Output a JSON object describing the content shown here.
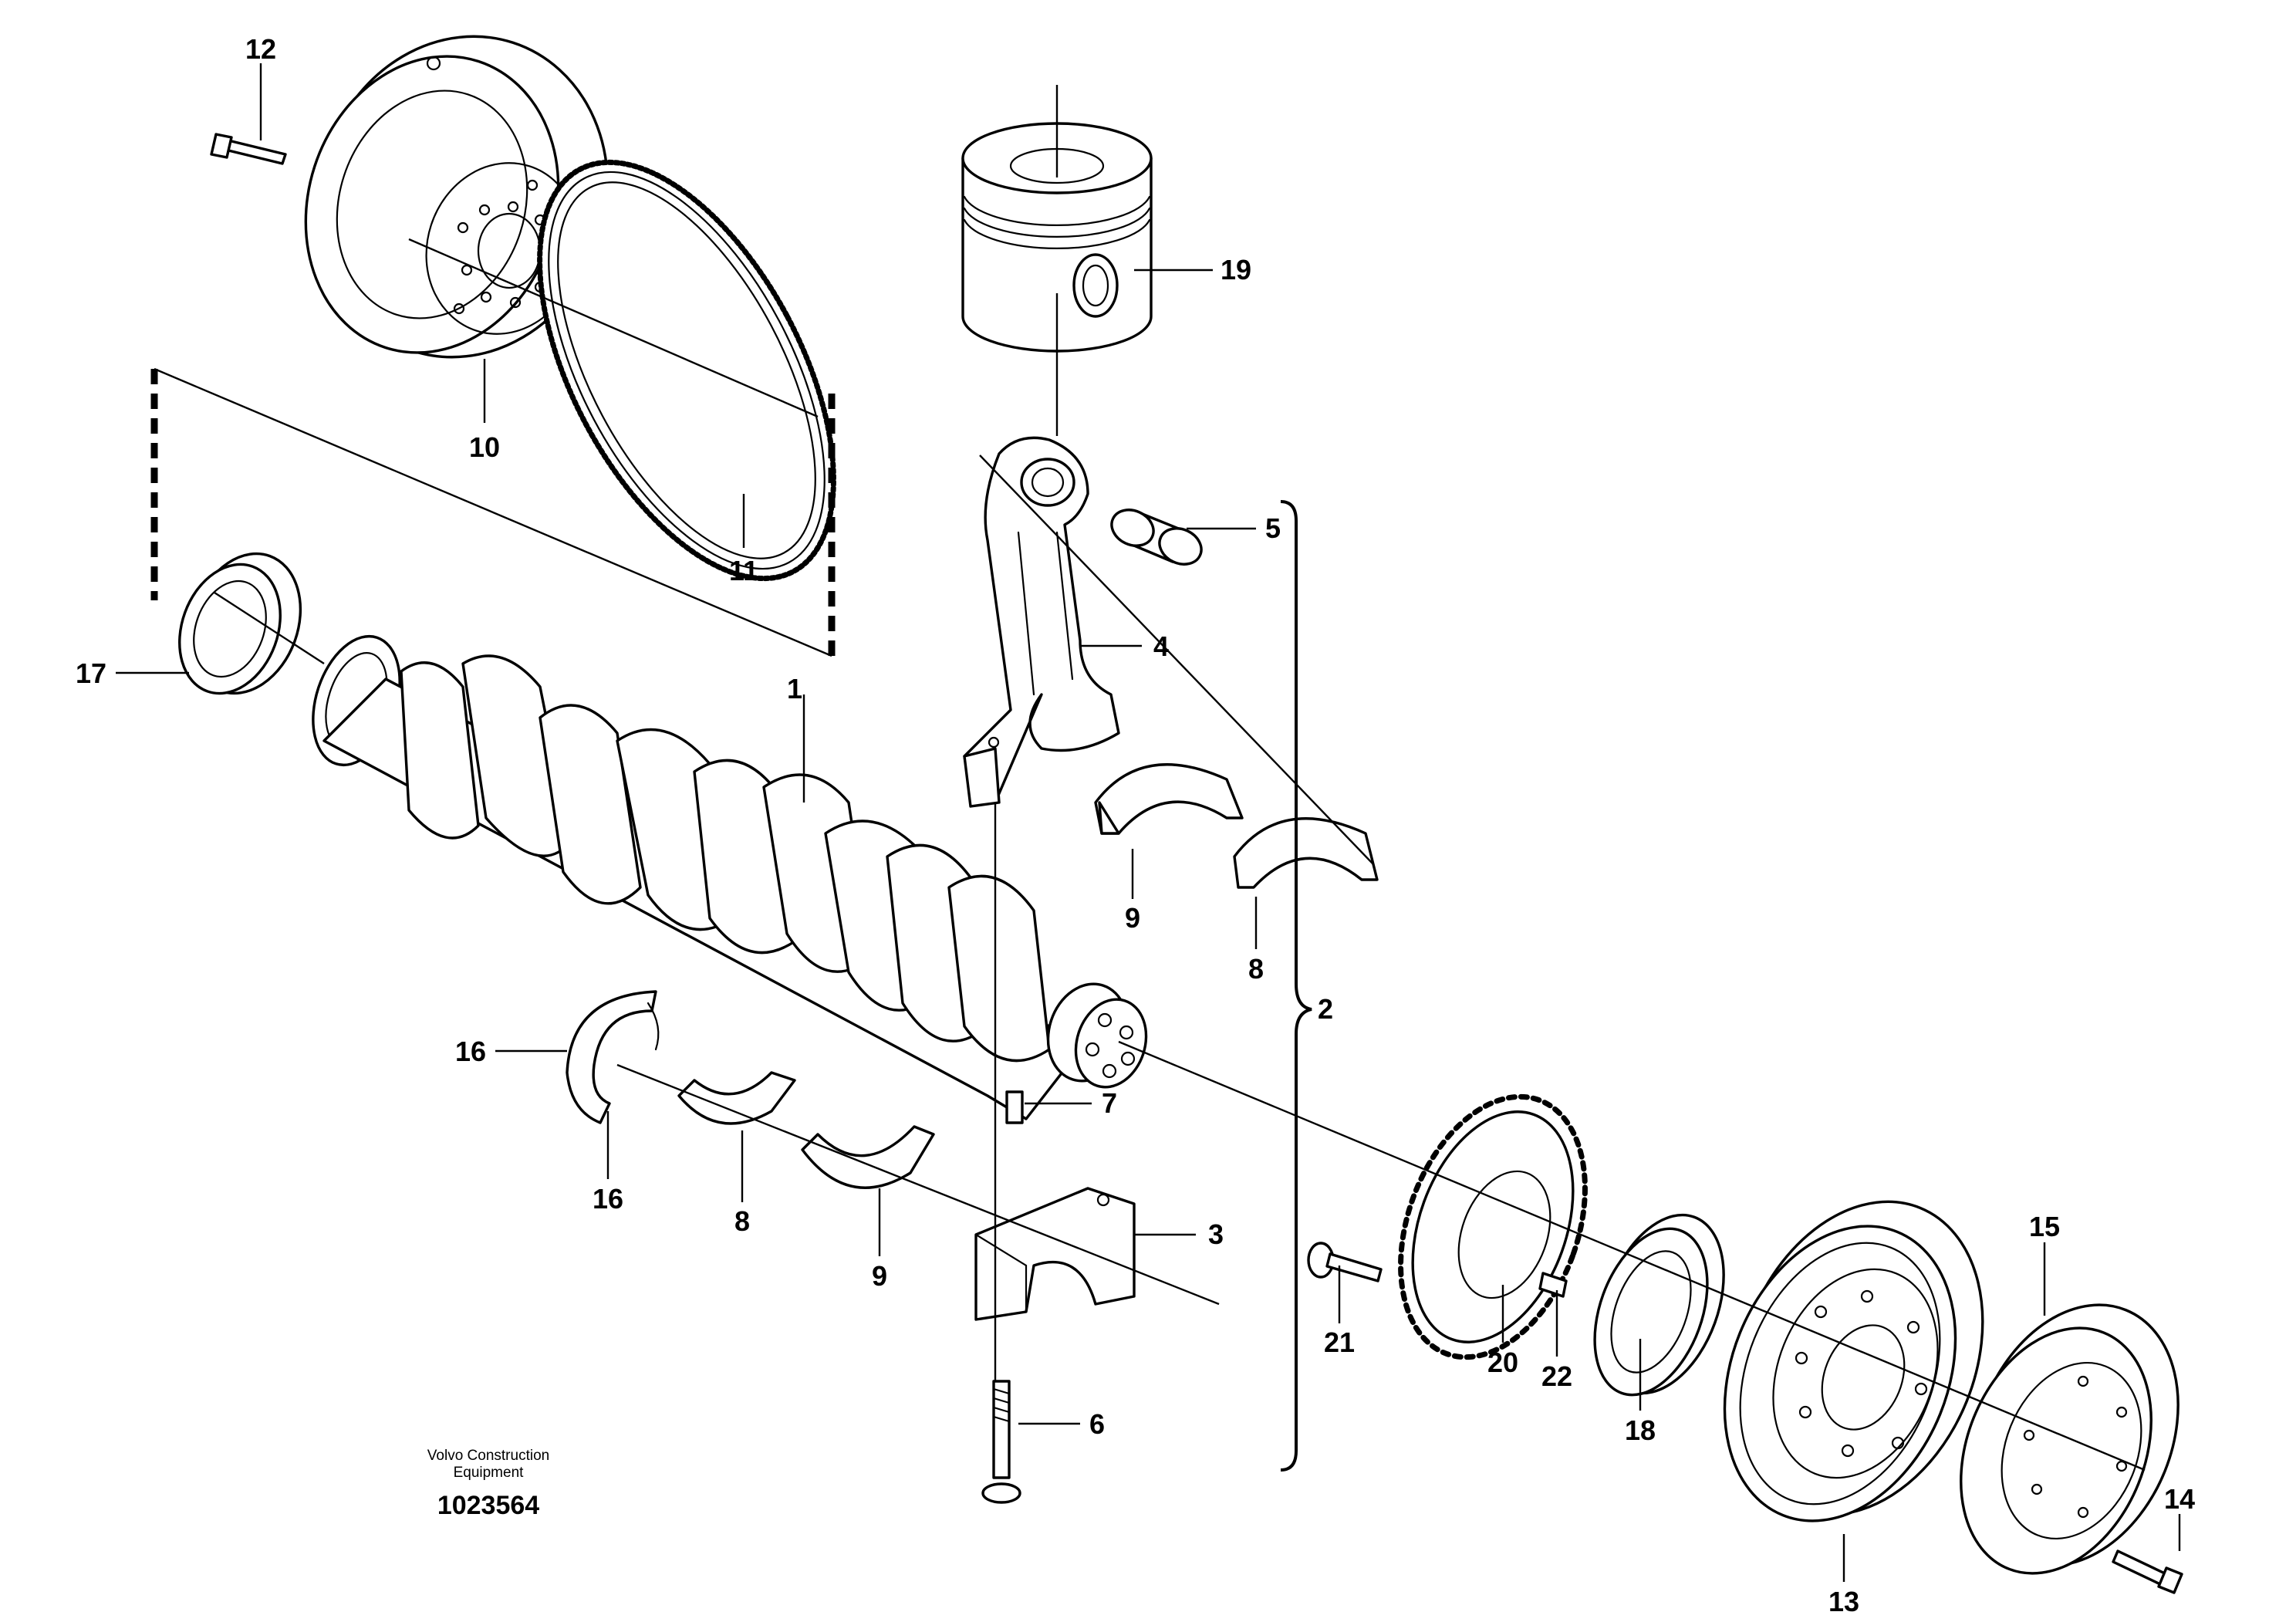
{
  "callouts": {
    "c1": "1",
    "c2": "2",
    "c3": "3",
    "c4": "4",
    "c5": "5",
    "c6": "6",
    "c7": "7",
    "c8a": "8",
    "c8b": "8",
    "c9a": "9",
    "c9b": "9",
    "c10": "10",
    "c11": "11",
    "c12": "12",
    "c13": "13",
    "c14": "14",
    "c15": "15",
    "c16a": "16",
    "c16b": "16",
    "c17": "17",
    "c18": "18",
    "c19": "19",
    "c20": "20",
    "c21": "21",
    "c22": "22"
  },
  "footer": {
    "brand_line1": "Volvo Construction",
    "brand_line2": "Equipment",
    "doc_number": "1023564"
  },
  "parts": {
    "flywheel": "flywheel-icon",
    "ring_gear": "ring-gear-icon",
    "piston": "piston-icon",
    "connecting_rod": "connecting-rod-icon",
    "crankshaft": "crankshaft-icon",
    "pulley": "pulley-icon",
    "damper": "vibration-damper-icon"
  }
}
